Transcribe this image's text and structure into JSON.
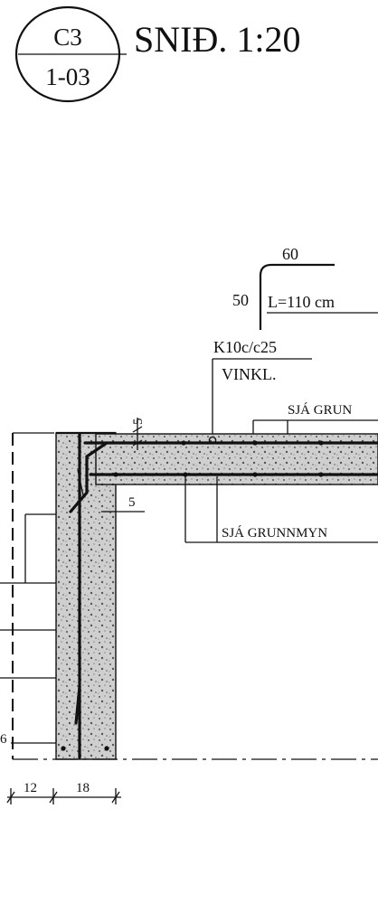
{
  "detail_tag": {
    "top": "C3",
    "bottom": "1-03"
  },
  "title": "SNIÐ. 1:20",
  "bar_schedule": {
    "leg_horizontal": "60",
    "leg_vertical": "50",
    "length": "L=110 cm",
    "bar_spec": "K10c/c25",
    "bar_type": "VINKL."
  },
  "references": {
    "top_note": "SJÁ GRUN",
    "bottom_note": "SJÁ GRUNNMYN"
  },
  "dimensions": {
    "slab_cover": "5",
    "wall_cover": "5",
    "left_edge": "6",
    "outer_width": "12",
    "wall_width": "18"
  }
}
